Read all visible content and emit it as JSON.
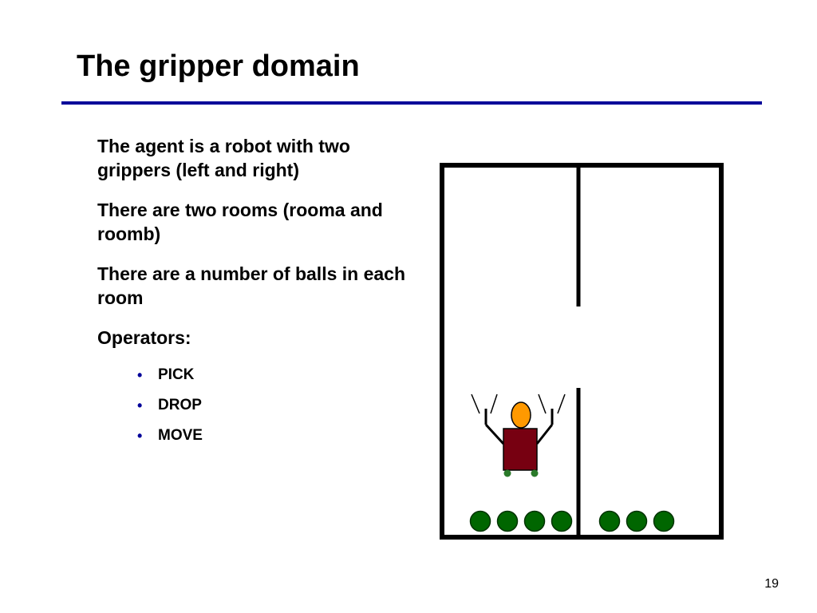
{
  "slide": {
    "title": "The gripper domain",
    "page_number": "19"
  },
  "content": {
    "paragraphs": [
      "The agent is a robot with two grippers (left and right)",
      "There are two rooms (rooma and roomb)",
      "There are a number of balls in each room",
      "Operators:"
    ],
    "bullet_glyph": "•",
    "operators": [
      "PICK",
      "DROP",
      "MOVE"
    ]
  },
  "diagram": {
    "rooms": 2,
    "balls_in_left_room": 4,
    "balls_in_right_room": 3,
    "grippers": 2,
    "colors": {
      "rule": "#000099",
      "bullet": "#000099",
      "walls": "#000000",
      "ball": "#006600",
      "ball_outline": "#003300",
      "robot_body": "#770011",
      "robot_head": "#ff9900",
      "wheel": "#2a7a2a"
    }
  }
}
